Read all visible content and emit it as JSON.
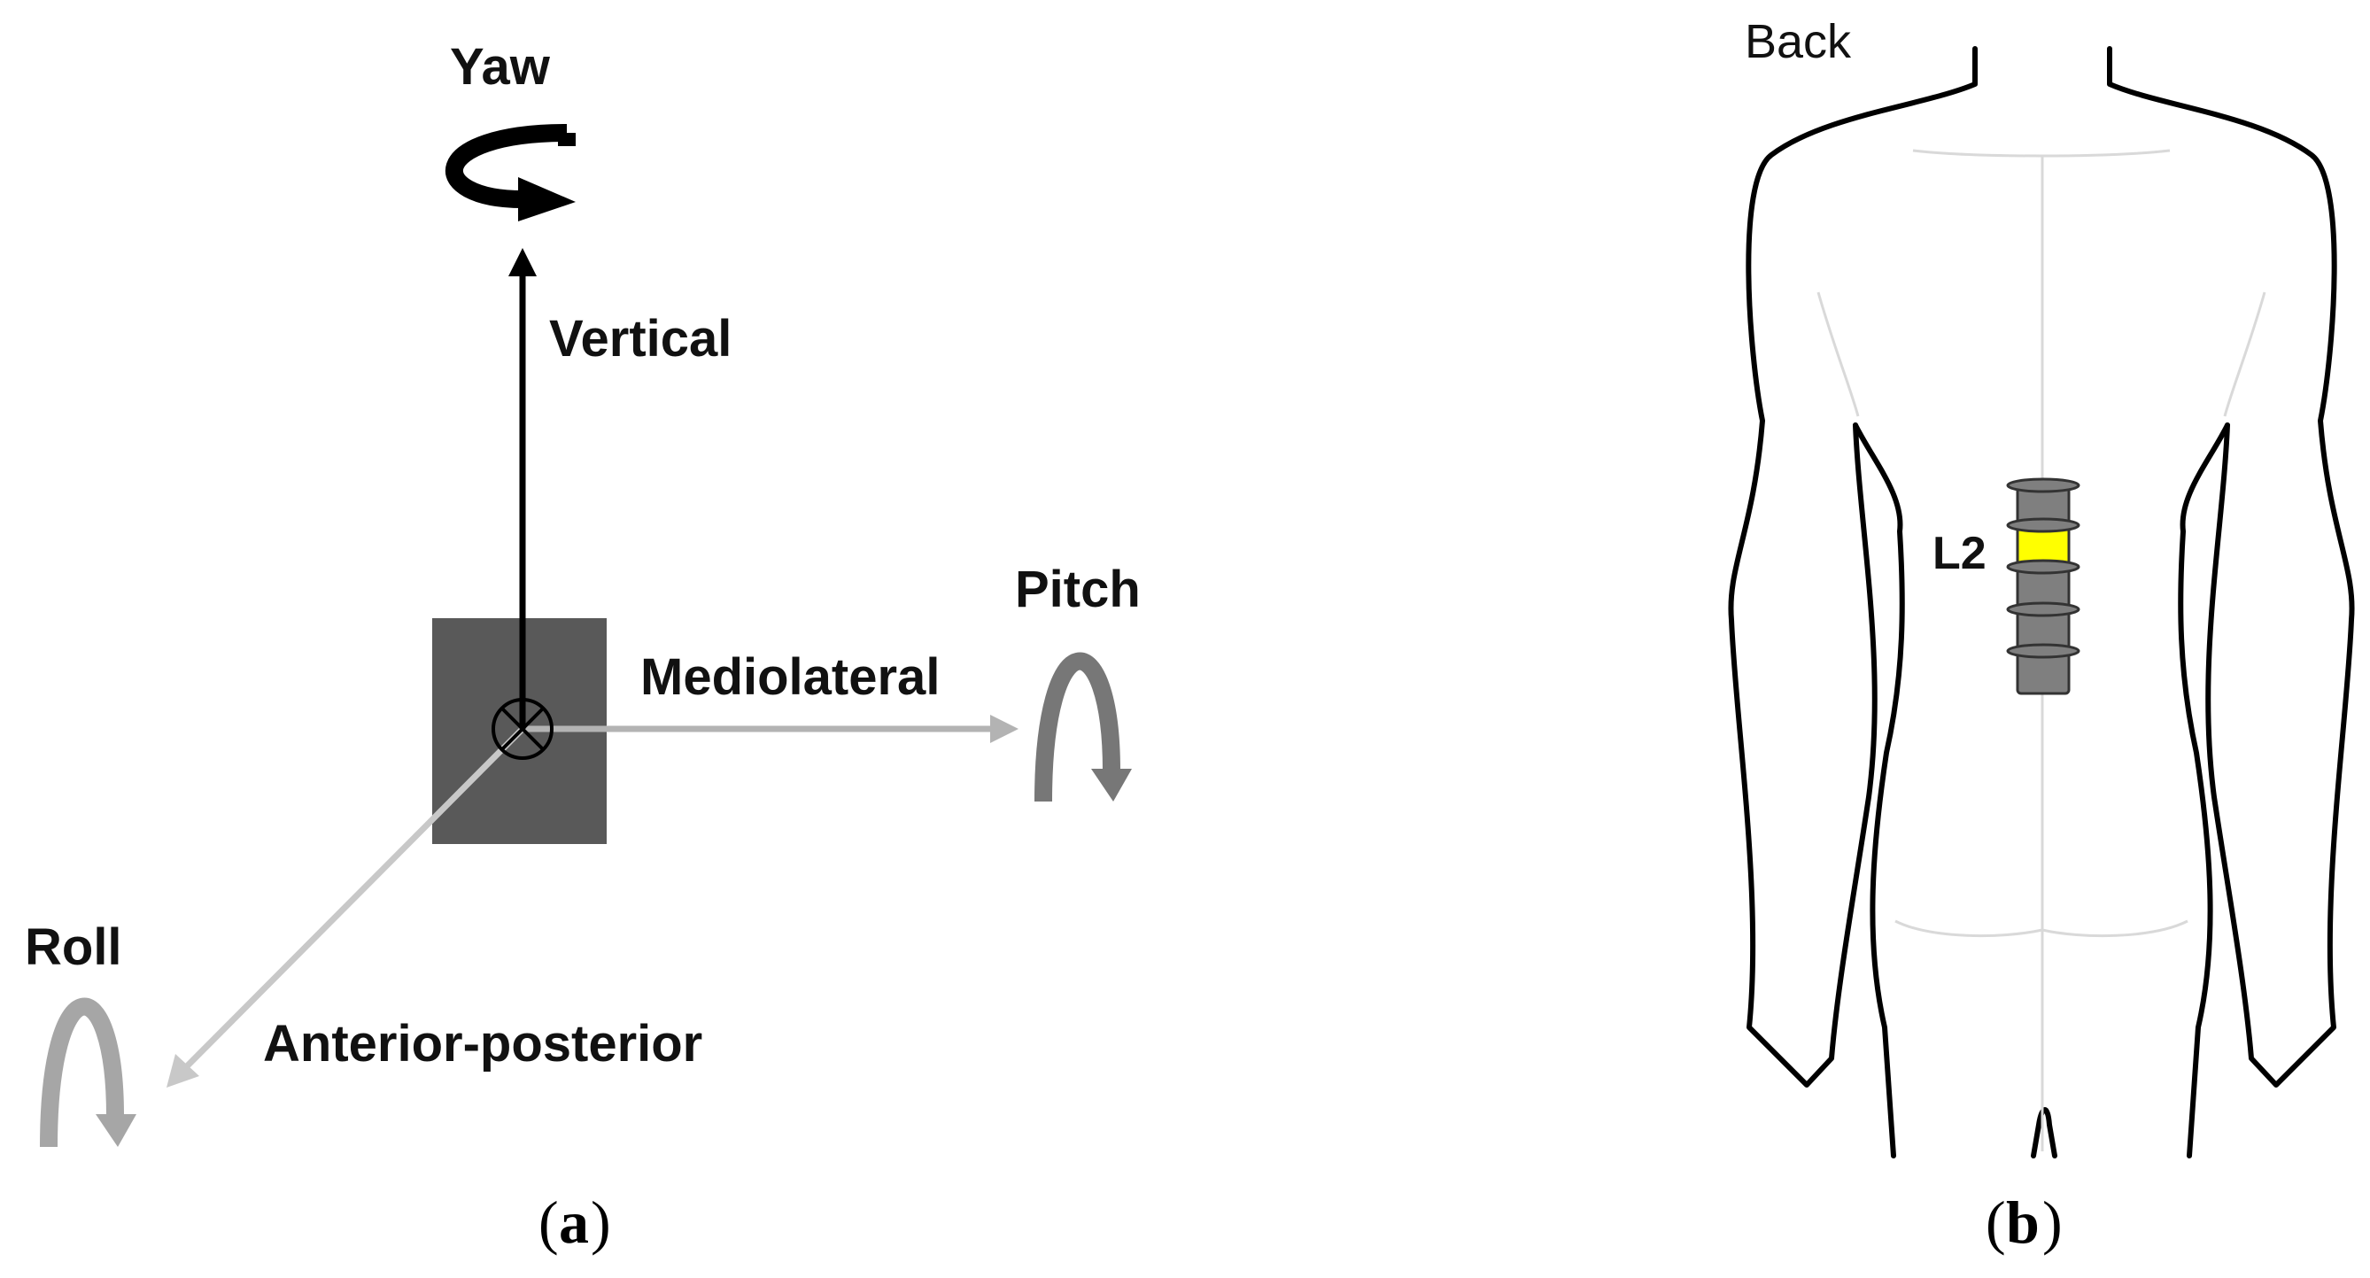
{
  "panel_a": {
    "labels": {
      "yaw": "Yaw",
      "vertical": "Vertical",
      "pitch": "Pitch",
      "mediolateral": "Mediolateral",
      "roll": "Roll",
      "anterior_posterior": "Anterior-posterior"
    },
    "caption_letter": "a",
    "colors": {
      "sensor_box": "#595959",
      "vertical_axis": "#000000",
      "mediolateral_axis": "#b3b3b3",
      "ap_axis": "#c8c8c8",
      "yaw_arrow": "#000000",
      "pitch_arrow": "#777777",
      "roll_arrow": "#a6a6a6"
    }
  },
  "panel_b": {
    "view_label": "Back",
    "vertebra_label": "L2",
    "caption_letter": "b",
    "colors": {
      "body_outline": "#000000",
      "body_detail": "#d9d9d9",
      "vertebra": "#7f7f7f",
      "highlight": "#ffff00"
    }
  }
}
